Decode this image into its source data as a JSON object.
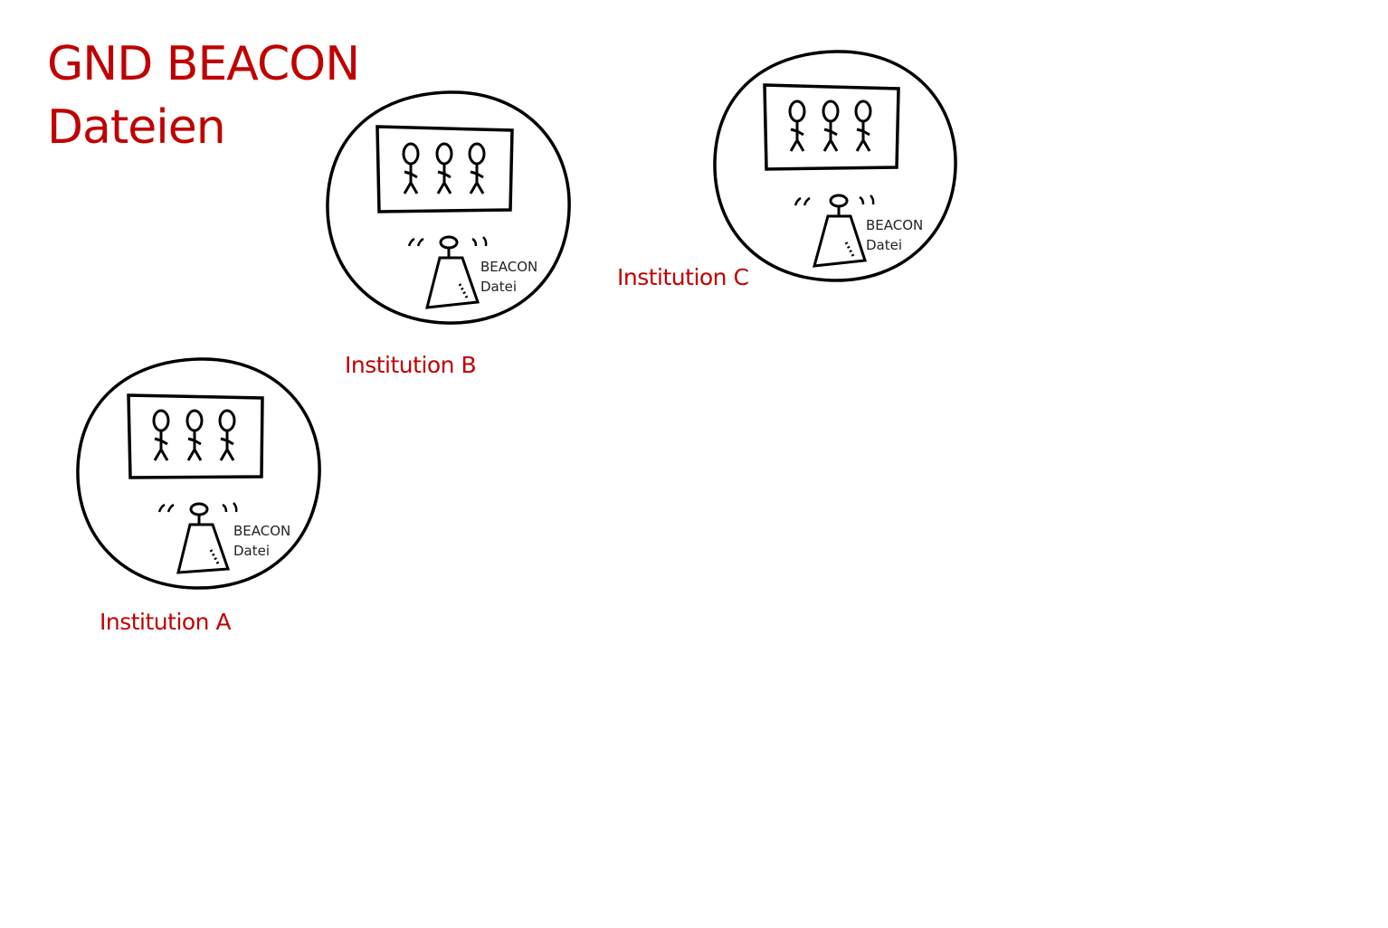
{
  "title": {
    "line1": "GND BEACON",
    "line2": "Dateien"
  },
  "institutions": [
    {
      "id": "a",
      "label": "Institution A",
      "beacon_line1": "BEACON",
      "beacon_line2": "Datei"
    },
    {
      "id": "b",
      "label": "Institution B",
      "beacon_line1": "BEACON",
      "beacon_line2": "Datei"
    },
    {
      "id": "c",
      "label": "Institution C",
      "beacon_line1": "BEACON",
      "beacon_line2": "Datei"
    }
  ],
  "colors": {
    "accent": "#c00000",
    "ink": "#000000",
    "background": "#ffffff"
  },
  "icons": [
    "person-icon",
    "beacon-transmitter-icon",
    "screen-icon"
  ]
}
